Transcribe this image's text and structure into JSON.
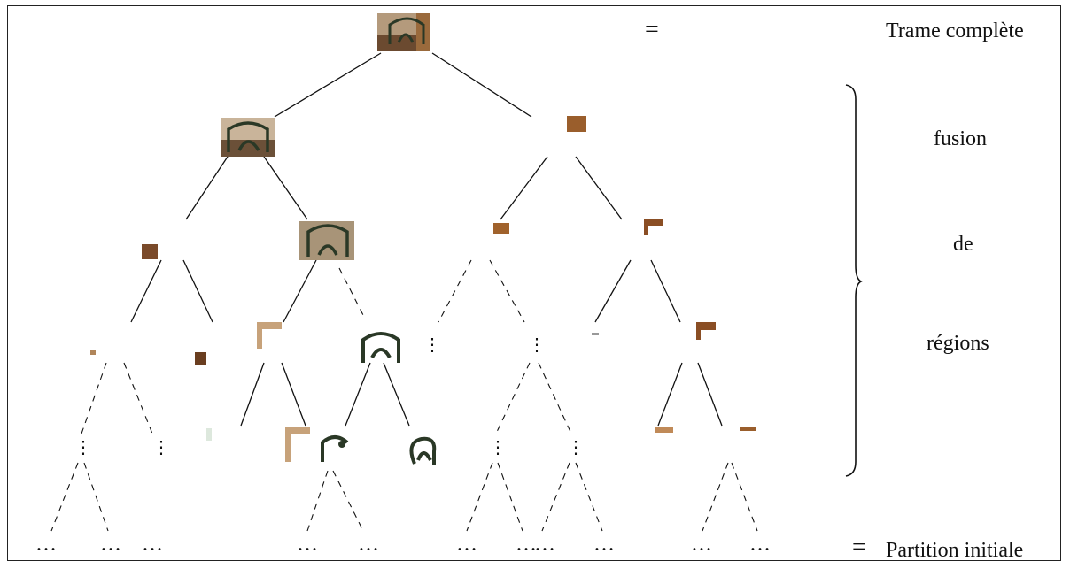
{
  "labels": {
    "top": "Trame complète",
    "bottom": "Partition initiale",
    "equals": "=",
    "brace_lines": [
      "fusion",
      "de",
      "régions"
    ]
  },
  "glyphs": {
    "vdots": "⋮",
    "hdots": "…"
  },
  "colors": {
    "line": "#111111",
    "wood": "#8a5a2e",
    "wood_light": "#c79a6c",
    "chair": "#3a4a36",
    "bg_tile": "#b8a48a"
  },
  "region_tiles": [
    "full-frame-tile",
    "left-chair-tile",
    "right-corner-tile",
    "small-left-tile",
    "chair-region-tile",
    "small-wood-tile",
    "right-corner-tile-2",
    "chair-outline-tile",
    "bracket-tile",
    "curl-tile"
  ]
}
